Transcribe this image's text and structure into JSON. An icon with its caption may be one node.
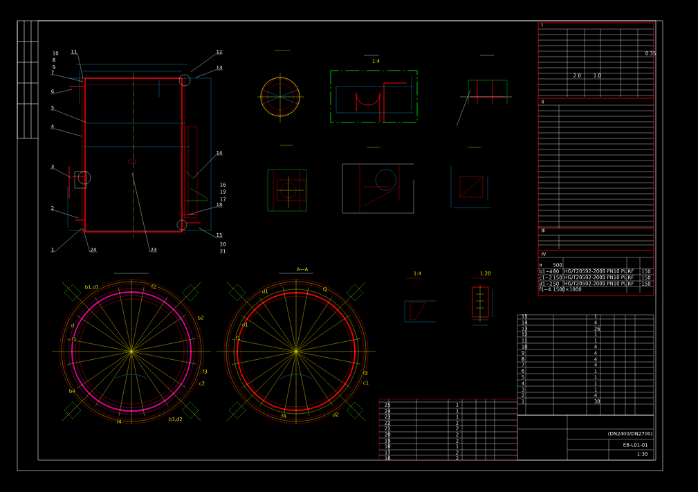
{
  "diagram": {
    "nodes": [
      {
        "text": [
          "11"
        ]
      },
      {
        "text": [
          "7"
        ]
      },
      {
        "text": [
          "6"
        ]
      },
      {
        "text": [
          "5"
        ]
      },
      {
        "text": [
          "4"
        ]
      },
      {
        "text": [
          "3"
        ]
      },
      {
        "text": [
          "2"
        ]
      },
      {
        "text": [
          "1"
        ]
      },
      {
        "text": [
          "24"
        ]
      },
      {
        "text": [
          "23"
        ]
      },
      {
        "text": [
          "12"
        ]
      },
      {
        "text": [
          "13"
        ]
      },
      {
        "text": [
          "14"
        ]
      },
      {
        "text": [
          "18"
        ]
      },
      {
        "text": [
          "15"
        ]
      }
    ],
    "edges": [
      {
        "from": 0,
        "to": null,
        "arrow": "none"
      },
      {
        "from": 1,
        "to": null,
        "arrow": "none"
      },
      {
        "from": 2,
        "to": null,
        "arrow": "none"
      },
      {
        "from": 3,
        "to": null,
        "arrow": "none"
      },
      {
        "from": 4,
        "to": null,
        "arrow": "none"
      },
      {
        "from": 5,
        "to": null,
        "arrow": "none"
      },
      {
        "from": 6,
        "to": null,
        "arrow": "none"
      },
      {
        "from": 7,
        "to": null,
        "arrow": "none"
      },
      {
        "from": 8,
        "to": null,
        "arrow": "none"
      },
      {
        "from": 9,
        "to": null,
        "arrow": "none"
      },
      {
        "from": 10,
        "to": null,
        "arrow": "none"
      },
      {
        "from": 11,
        "to": null,
        "arrow": "none"
      },
      {
        "from": 12,
        "to": null,
        "arrow": "none"
      },
      {
        "from": 13,
        "to": null,
        "arrow": "none"
      },
      {
        "from": 14,
        "to": null,
        "arrow": "none"
      }
    ],
    "labels": [
      "10",
      "8",
      "9",
      "16",
      "19",
      "17",
      "20",
      "21",
      "1:4",
      "A—A",
      "1:4",
      "1:20",
      "b1,d1",
      "f2",
      "b2",
      "d",
      "f1",
      "f3",
      "c2",
      "b4",
      "f4",
      "b3,d2",
      "d1",
      "f2",
      "d1",
      "f1",
      "f3",
      "c1",
      "f4",
      "d2",
      "Ⅰ",
      "0.35",
      "2.0",
      "1.0",
      "Ⅱ",
      "Ⅲ",
      "Ⅳ",
      "a",
      "500",
      "b1~4",
      "80",
      "HG/T20592-2009 PN10 PL",
      "RF",
      "150",
      "c1~2",
      "150",
      "HG/T20592-2009 PN10 PL",
      "RF",
      "150",
      "d1~2",
      "50",
      "HG/T20592-2009 PN10 PL",
      "RF",
      "150",
      "f1~4",
      "1500×1000",
      "15",
      "1",
      "14",
      "4",
      "13",
      "26",
      "12",
      "1",
      "11",
      "1",
      "10",
      "4",
      "9",
      "4",
      "8",
      "4",
      "7",
      "4",
      "6",
      "1",
      "5",
      "1",
      "4",
      "1",
      "3",
      "1",
      "2",
      "4",
      "1",
      "30",
      "25",
      "1",
      "24",
      "1",
      "23",
      "1",
      "22",
      "2",
      "21",
      "2",
      "20",
      "2",
      "19",
      "2",
      "18",
      "1",
      "17",
      "2",
      "16",
      "2",
      "(DN2400/DN2700)",
      "EB-L01-01",
      "1:30"
    ]
  }
}
